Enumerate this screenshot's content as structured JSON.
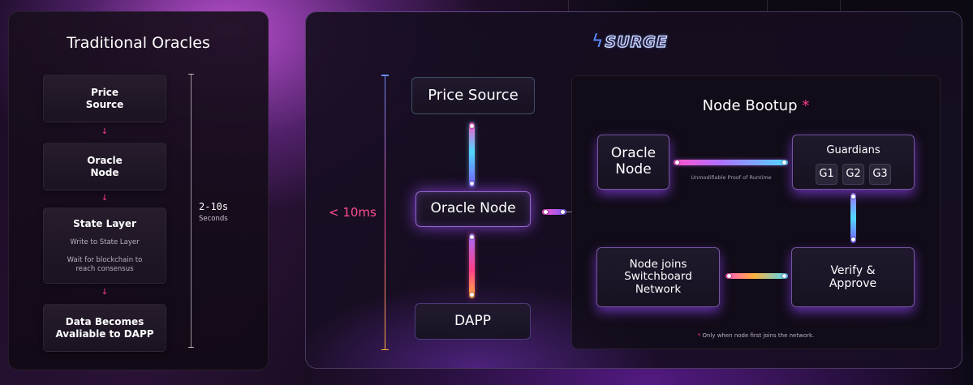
{
  "traditional": {
    "title": "Traditional Oracles",
    "steps": [
      {
        "title": "Price\nSource",
        "sub": ""
      },
      {
        "title": "Oracle\nNode",
        "sub": ""
      },
      {
        "title": "State Layer",
        "sub": "Write to State Layer\n\nWait for blockchain to\nreach consensus"
      },
      {
        "title": "Data Becomes\nAvaliable to DAPP",
        "sub": ""
      }
    ],
    "arrow": "↓",
    "time_value": "2-10s",
    "time_unit": "Seconds"
  },
  "surge": {
    "logo_text": "SURGE",
    "logo_icon": "bolt-icon",
    "time_label": "< 10ms",
    "price_source": "Price Source",
    "oracle_node": "Oracle Node",
    "dapp": "DAPP"
  },
  "bootup": {
    "title": "Node Bootup",
    "star": "*",
    "oracle_node": "Oracle\nNode",
    "guardians_title": "Guardians",
    "guardians": [
      "G1",
      "G2",
      "G3"
    ],
    "proof_label": "Unmodifiable Proof of Runtime",
    "joins": "Node joins\nSwitchboard\nNetwork",
    "verify": "Verify &\nApprove",
    "footnote": "Only when node first joins the network."
  },
  "colors": {
    "accent_pink": "#ff3d8a",
    "accent_cyan": "#4fd8ff",
    "accent_purple": "#a070ff",
    "accent_orange": "#ffb03a"
  }
}
